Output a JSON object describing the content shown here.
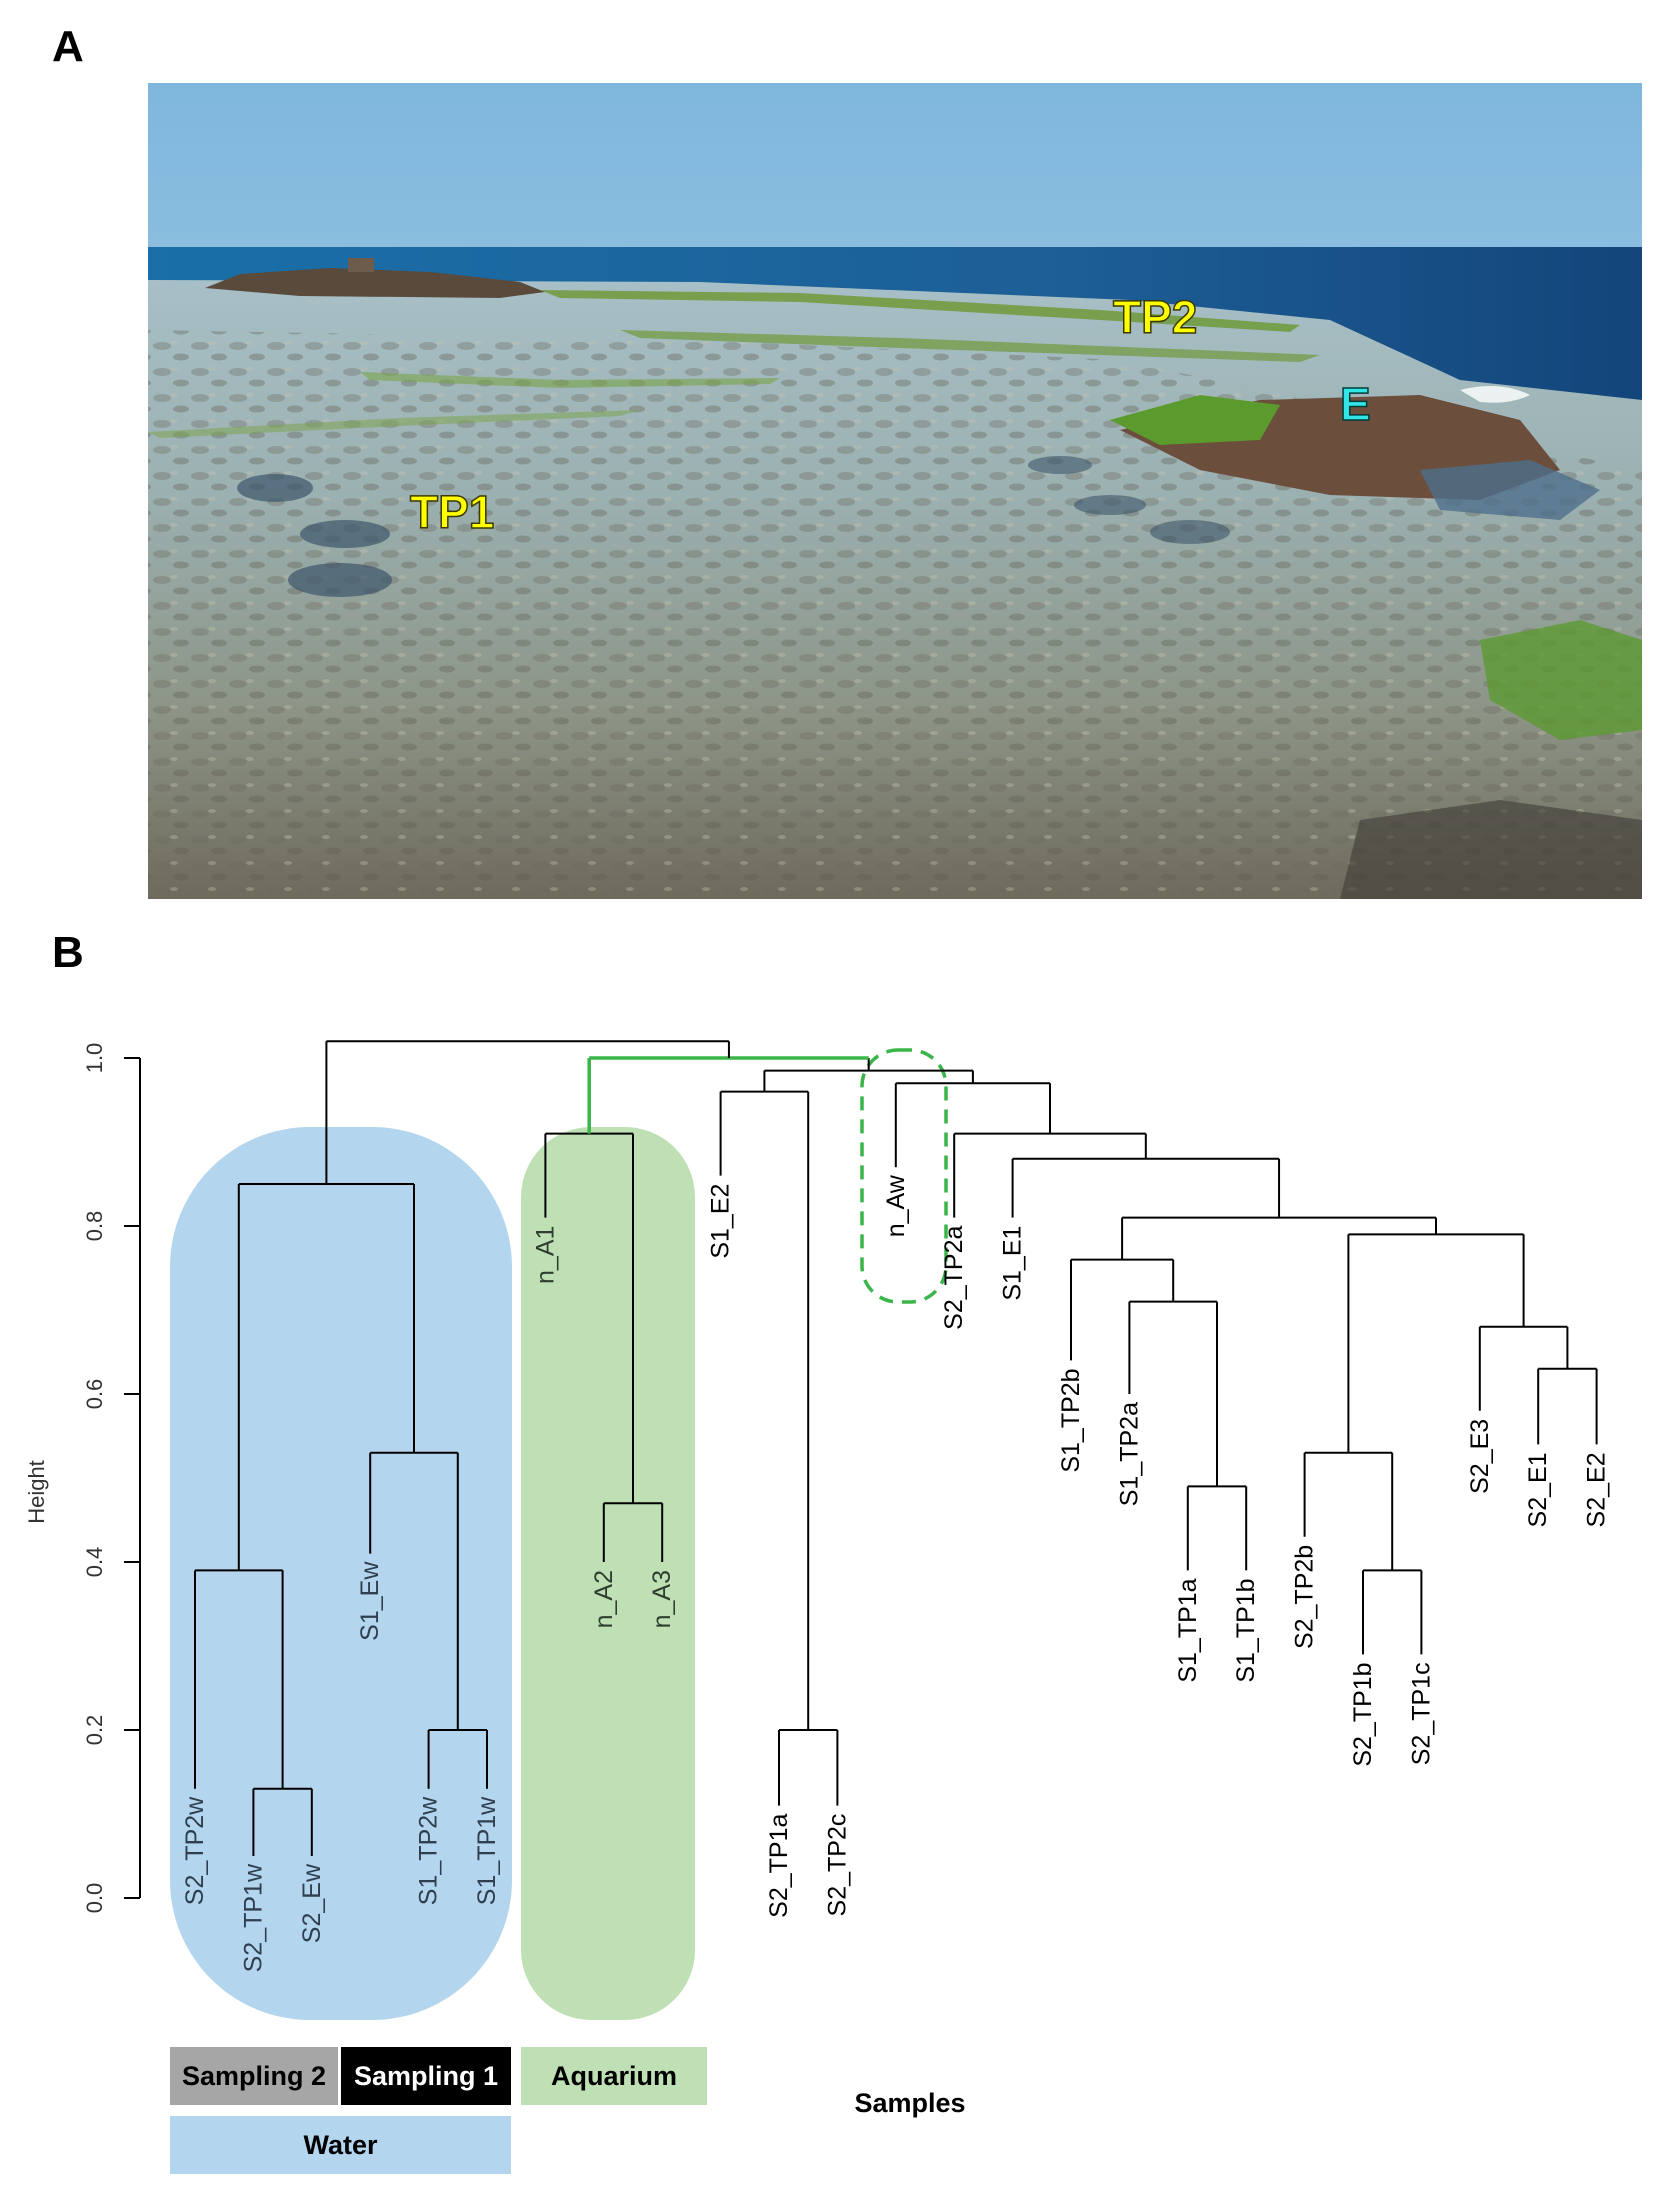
{
  "figure": {
    "panel_a_label": "A",
    "panel_b_label": "B"
  },
  "photo": {
    "labels": [
      {
        "text": "TP1",
        "color": "#ffff00"
      },
      {
        "text": "TP2",
        "color": "#ffff00"
      },
      {
        "text": "E",
        "color": "#33e6e6"
      }
    ]
  },
  "colors": {
    "water_group": "#b3d5ee",
    "aquarium_group": "#bfe0b4",
    "aquarium_branch": "#39b54a",
    "sampling2": "#a6a6a6",
    "sampling1": "#000000"
  },
  "chart_data": {
    "type": "dendrogram",
    "ylabel": "Height",
    "xlabel": "Samples",
    "ylim": [
      0,
      1.0
    ],
    "yticks": [
      "0.0",
      "0.2",
      "0.4",
      "0.6",
      "0.8",
      "1.0"
    ],
    "leaves": [
      "S2_TP2w",
      "S2_TP1w",
      "S2_Ew",
      "S1_Ew",
      "S1_TP2w",
      "S1_TP1w",
      "n_A1",
      "n_A2",
      "n_A3",
      "S1_E2",
      "S2_TP1a",
      "S2_TP2c",
      "n_Aw",
      "S2_TP2a",
      "S1_E1",
      "S1_TP2b",
      "S1_TP2a",
      "S1_TP1a",
      "S1_TP1b",
      "S2_TP2b",
      "S2_TP1b",
      "S2_TP1c",
      "S2_E3",
      "S2_E1",
      "S2_E2"
    ],
    "merges": [
      {
        "id": "m_w1",
        "children": [
          "S2_TP1w",
          "S2_Ew"
        ],
        "height": 0.13
      },
      {
        "id": "m_w2",
        "children": [
          "S2_TP2w",
          "m_w1"
        ],
        "height": 0.39
      },
      {
        "id": "m_w3",
        "children": [
          "S1_TP2w",
          "S1_TP1w"
        ],
        "height": 0.2
      },
      {
        "id": "m_w4",
        "children": [
          "S1_Ew",
          "m_w3"
        ],
        "height": 0.53
      },
      {
        "id": "m_w5",
        "children": [
          "m_w2",
          "m_w4"
        ],
        "height": 0.85
      },
      {
        "id": "m_a1",
        "children": [
          "n_A2",
          "n_A3"
        ],
        "height": 0.47
      },
      {
        "id": "m_a2",
        "children": [
          "n_A1",
          "m_a1"
        ],
        "height": 0.91
      },
      {
        "id": "m_t1",
        "children": [
          "S2_TP1a",
          "S2_TP2c"
        ],
        "height": 0.2
      },
      {
        "id": "m_t2",
        "children": [
          "S1_E2",
          "m_t1"
        ],
        "height": 0.96
      },
      {
        "id": "m_b1",
        "children": [
          "S1_TP1a",
          "S1_TP1b"
        ],
        "height": 0.49
      },
      {
        "id": "m_b2",
        "children": [
          "S1_TP2a",
          "m_b1"
        ],
        "height": 0.71
      },
      {
        "id": "m_b3",
        "children": [
          "S1_TP2b",
          "m_b2"
        ],
        "height": 0.76
      },
      {
        "id": "m_c1",
        "children": [
          "S2_TP1b",
          "S2_TP1c"
        ],
        "height": 0.39
      },
      {
        "id": "m_c2",
        "children": [
          "S2_TP2b",
          "m_c1"
        ],
        "height": 0.53
      },
      {
        "id": "m_d1",
        "children": [
          "S2_E1",
          "S2_E2"
        ],
        "height": 0.63
      },
      {
        "id": "m_d2",
        "children": [
          "S2_E3",
          "m_d1"
        ],
        "height": 0.68
      },
      {
        "id": "m_c3",
        "children": [
          "m_c2",
          "m_d2"
        ],
        "height": 0.79
      },
      {
        "id": "m_e1",
        "children": [
          "m_b3",
          "m_c3"
        ],
        "height": 0.81
      },
      {
        "id": "m_e2",
        "children": [
          "S1_E1",
          "m_e1"
        ],
        "height": 0.88
      },
      {
        "id": "m_e3",
        "children": [
          "S2_TP2a",
          "m_e2"
        ],
        "height": 0.91
      },
      {
        "id": "m_e4",
        "children": [
          "n_Aw",
          "m_e3"
        ],
        "height": 0.97
      },
      {
        "id": "m_f1",
        "children": [
          "m_t2",
          "m_e4"
        ],
        "height": 0.985
      },
      {
        "id": "m_f2",
        "children": [
          "m_a2",
          "m_f1"
        ],
        "height": 1.0
      },
      {
        "id": "m_root",
        "children": [
          "m_w5",
          "m_f2"
        ],
        "height": 1.02
      }
    ]
  },
  "legend": {
    "sampling2": "Sampling 2",
    "sampling1": "Sampling 1",
    "aquarium": "Aquarium",
    "water": "Water"
  }
}
